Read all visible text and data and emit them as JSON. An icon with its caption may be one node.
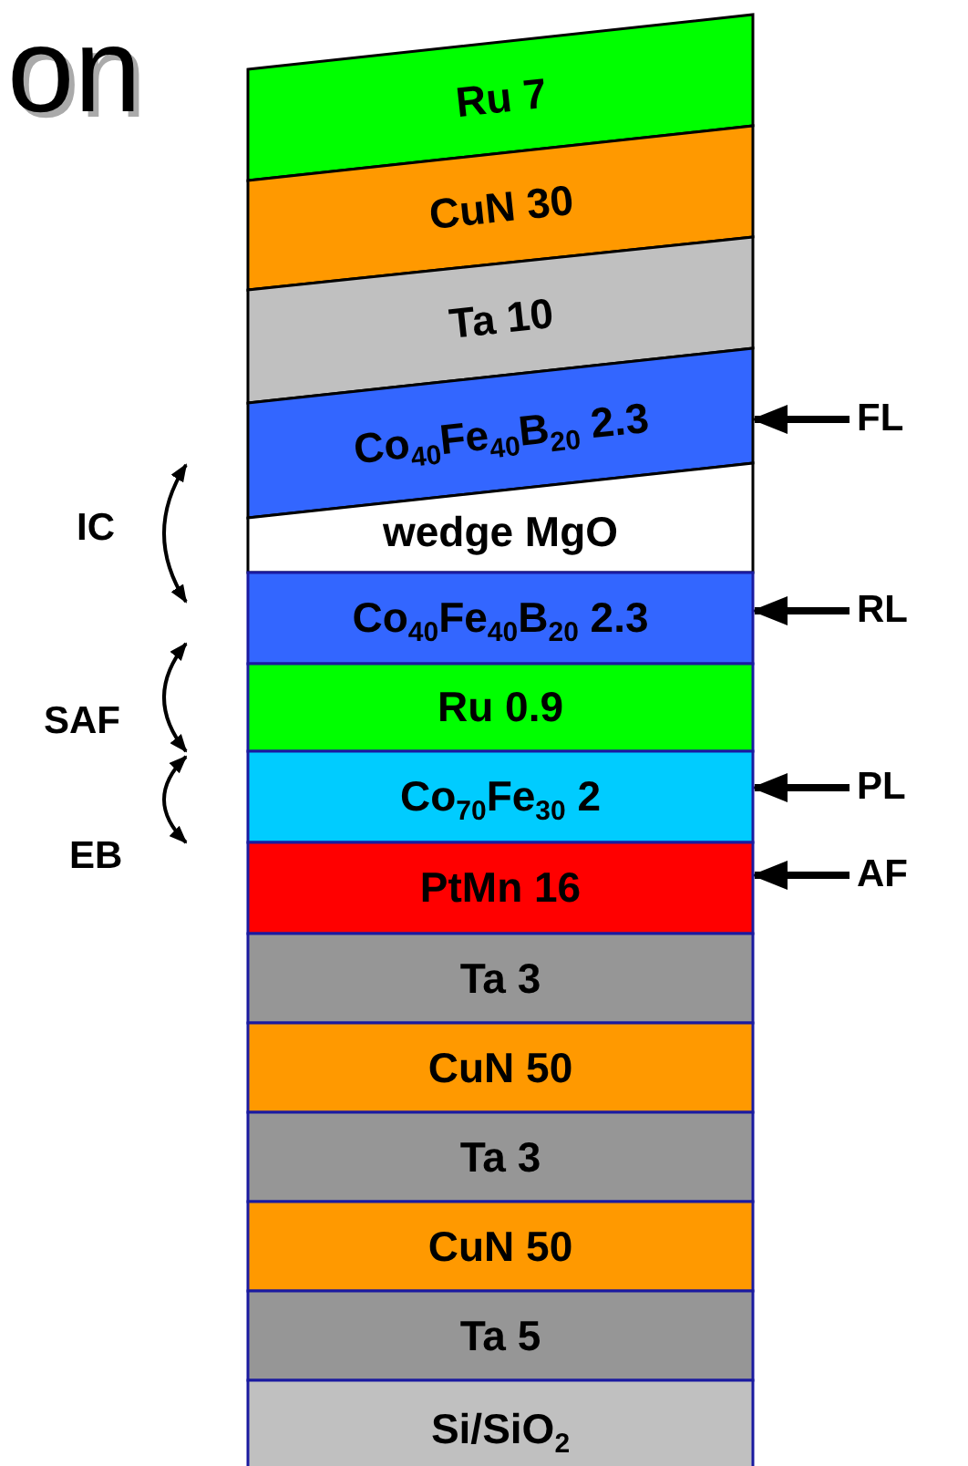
{
  "diagram": {
    "title": "on",
    "nodes": [
      {
        "text": [
          "Ru 7"
        ]
      },
      {
        "text": [
          "CuN 30"
        ]
      },
      {
        "text": [
          "Ta 10"
        ]
      },
      {
        "text": [
          "Co$_{40}$Fe$_{40}$B$_{20}$ 2.3"
        ]
      },
      {
        "text": [
          "wedge MgO"
        ]
      },
      {
        "text": [
          "Co$_{40}$Fe$_{40}$B$_{20}$ 2.3"
        ]
      },
      {
        "text": [
          "Ru 0.9"
        ]
      },
      {
        "text": [
          "Co$_{70}$Fe$_{30}$ 2"
        ]
      },
      {
        "text": [
          "PtMn 16"
        ]
      },
      {
        "text": [
          "Ta 3"
        ]
      },
      {
        "text": [
          "CuN 50"
        ]
      },
      {
        "text": [
          "Ta 3"
        ]
      },
      {
        "text": [
          "CuN 50"
        ]
      },
      {
        "text": [
          "Ta 5"
        ]
      },
      {
        "text": [
          "Si/SiO$_{2}$"
        ]
      },
      {
        "text": [
          "FL"
        ]
      },
      {
        "text": [
          "RL"
        ]
      },
      {
        "text": [
          "PL"
        ]
      },
      {
        "text": [
          "AF"
        ]
      }
    ],
    "edges": [
      {
        "from": 15,
        "to": 3,
        "arrow": "to"
      },
      {
        "from": 16,
        "to": 5,
        "arrow": "to"
      },
      {
        "from": 17,
        "to": 7,
        "arrow": "to"
      },
      {
        "from": 18,
        "to": 8,
        "arrow": "to"
      }
    ],
    "labels": [
      "IC",
      "SAF",
      "EB"
    ]
  }
}
